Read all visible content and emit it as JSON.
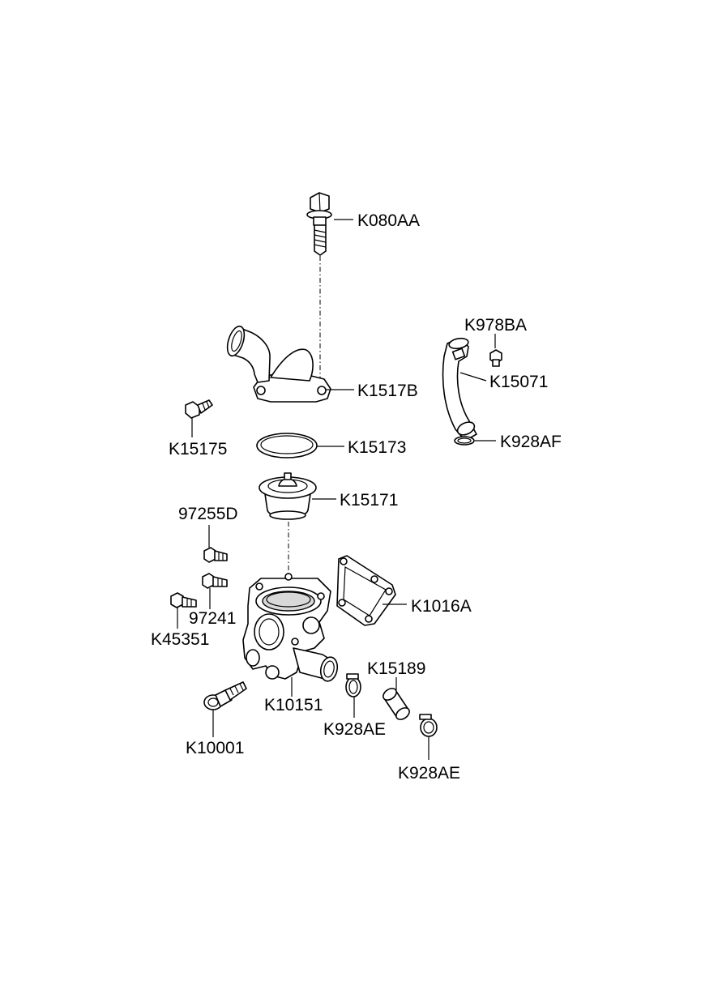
{
  "parts": [
    {
      "id": "bolt-top",
      "label": "K080AA"
    },
    {
      "id": "outlet-fitting",
      "label": "K1517B"
    },
    {
      "id": "bracket-bolt",
      "label": "K978BA"
    },
    {
      "id": "bypass-pipe",
      "label": "K15071"
    },
    {
      "id": "hose-clamp-small",
      "label": "K928AF"
    },
    {
      "id": "stud-left",
      "label": "K15175"
    },
    {
      "id": "gasket-ring",
      "label": "K15173"
    },
    {
      "id": "thermostat",
      "label": "K15171"
    },
    {
      "id": "sensor-upper",
      "label": "97255D"
    },
    {
      "id": "gasket-plate",
      "label": "K1016A"
    },
    {
      "id": "sensor-lower",
      "label": "97241"
    },
    {
      "id": "plug-left",
      "label": "K45351"
    },
    {
      "id": "thermostat-housing",
      "label": "K10151"
    },
    {
      "id": "hose-short",
      "label": "K15189"
    },
    {
      "id": "clamp-a",
      "label": "K928AE"
    },
    {
      "id": "clamp-b",
      "label": "K928AE"
    },
    {
      "id": "housing-bolt",
      "label": "K10001"
    }
  ]
}
